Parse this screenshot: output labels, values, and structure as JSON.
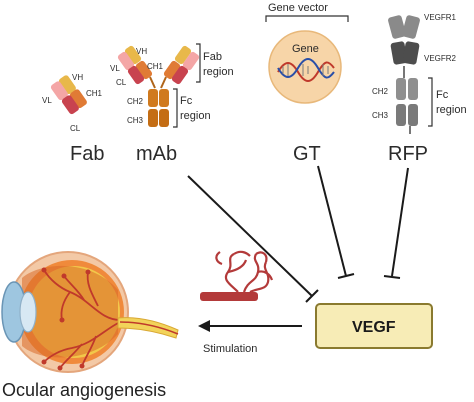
{
  "labels": {
    "fab": "Fab",
    "mab": "mAb",
    "gt": "GT",
    "rfp": "RFP",
    "vegf": "VEGF",
    "stimulation": "Stimulation",
    "ocular": "Ocular angiogenesis",
    "gene_vector": "Gene vector",
    "gene": "Gene",
    "fab_region": "Fab region",
    "fc_region_mab": "Fc region",
    "fc_region_rfp": "Fc region"
  },
  "domains": {
    "vh": "VH",
    "vl": "VL",
    "ch1": "CH1",
    "cl": "CL",
    "ch2": "CH2",
    "ch3": "CH3",
    "vegfr1": "VEGFR1",
    "vegfr2": "VEGFR2"
  },
  "colors": {
    "vh": "#e8b84a",
    "ch1": "#e07b35",
    "vl": "#f4a6a6",
    "cl": "#c8434f",
    "fc": "#d07a1e",
    "rfp_dark": "#555555",
    "rfp_mid": "#7a7a7a",
    "rfp_light": "#9a9a9a",
    "vegf_fill": "#f7ecb6",
    "vegf_border": "#8a7a2f",
    "gene_circle": "#f7d5a8",
    "vessel": "#b33a3a"
  }
}
